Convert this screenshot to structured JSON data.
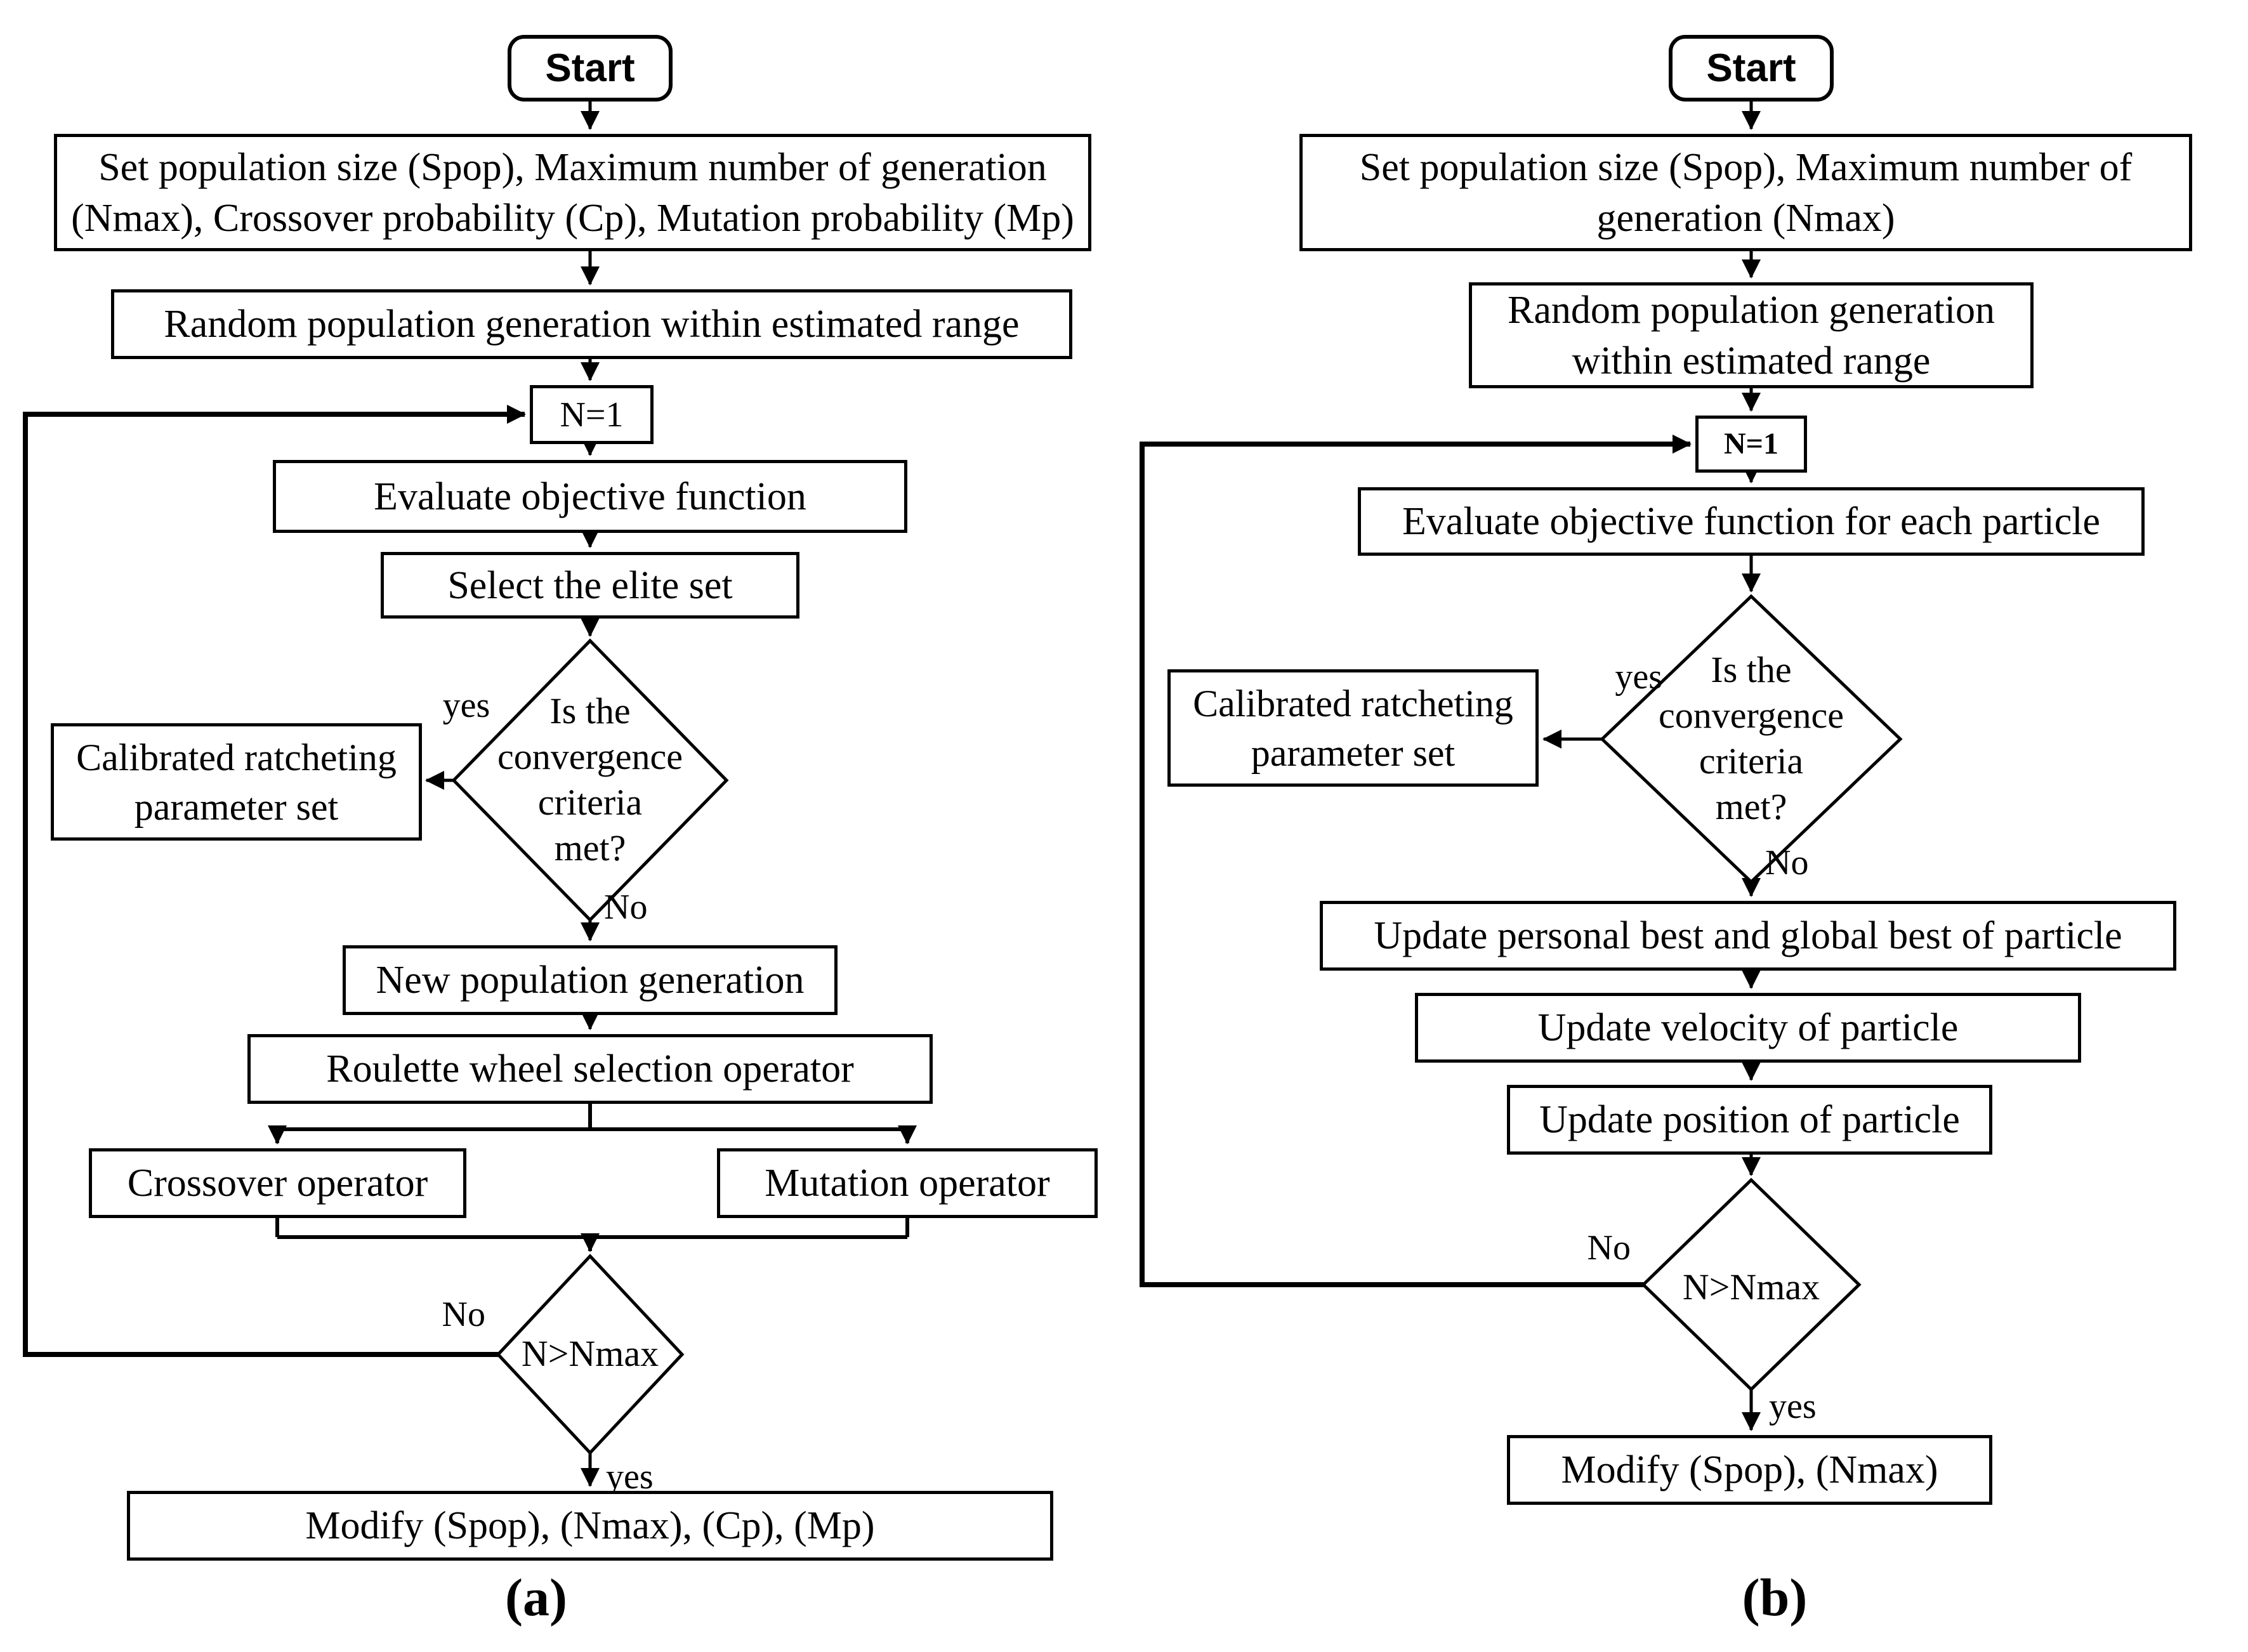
{
  "panel_a": {
    "caption": "(a)",
    "start": "Start",
    "set_params": {
      "line1": "Set population size (Spop), Maximum number of generation",
      "line2": "(Nmax), Crossover probability (Cp), Mutation probability (Mp)"
    },
    "random_pop": "Random population generation within estimated range",
    "counter_init": "N=1",
    "evaluate": "Evaluate objective function",
    "select_elite": "Select the elite set",
    "convergence": {
      "line1": "Is the",
      "line2": "convergence",
      "line3": "criteria",
      "line4": "met?"
    },
    "convergence_yes": "yes",
    "convergence_no": "No",
    "calibrated": {
      "line1": "Calibrated ratcheting",
      "line2": "parameter set"
    },
    "new_population": "New population generation",
    "roulette": "Roulette wheel selection operator",
    "crossover": "Crossover operator",
    "mutation": "Mutation operator",
    "nmax_check": "N>Nmax",
    "nmax_no": "No",
    "nmax_yes": "yes",
    "modify": "Modify (Spop), (Nmax), (Cp), (Mp)"
  },
  "panel_b": {
    "caption": "(b)",
    "start": "Start",
    "set_params": {
      "line1": "Set population size (Spop), Maximum number of",
      "line2": "generation (Nmax)"
    },
    "random_pop": {
      "line1": "Random population generation",
      "line2": "within estimated range"
    },
    "counter_init": "N=1",
    "evaluate": "Evaluate objective function for each particle",
    "convergence": {
      "line1": "Is the",
      "line2": "convergence",
      "line3": "criteria",
      "line4": "met?"
    },
    "convergence_yes": "yes",
    "convergence_no": "No",
    "calibrated": {
      "line1": "Calibrated ratcheting",
      "line2": "parameter set"
    },
    "update_best": "Update personal best and global best of particle",
    "update_velocity": "Update velocity of particle",
    "update_position": "Update position of particle",
    "nmax_check": "N>Nmax",
    "nmax_no": "No",
    "nmax_yes": "yes",
    "modify": "Modify (Spop), (Nmax)"
  }
}
